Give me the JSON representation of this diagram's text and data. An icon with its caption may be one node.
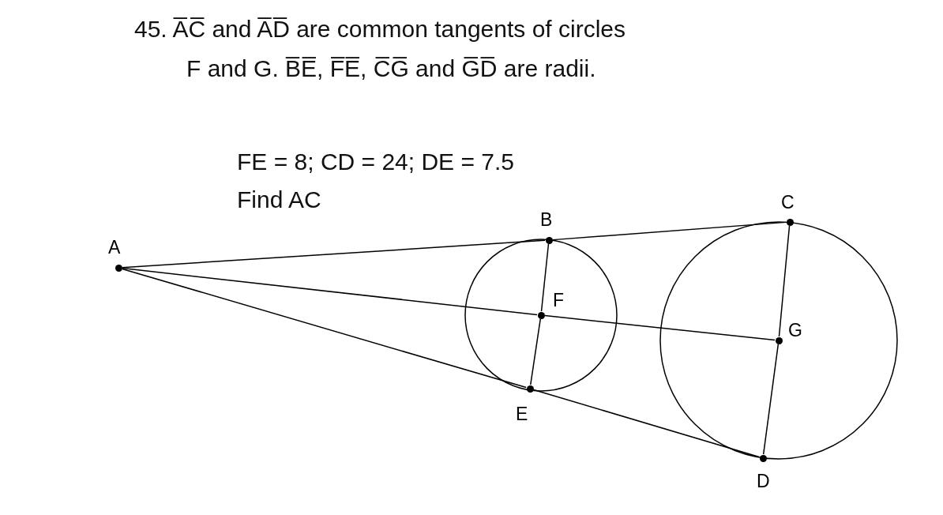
{
  "diagram": {
    "nodes": [
      {
        "text": [],
        "shape": "circle",
        "beside": [
          "A"
        ]
      },
      {
        "text": [],
        "shape": "circle",
        "beside": [
          "B"
        ]
      },
      {
        "text": [],
        "shape": "circle",
        "beside": [
          "C"
        ]
      },
      {
        "text": [],
        "shape": "circle",
        "beside": [
          "F"
        ]
      },
      {
        "text": [],
        "shape": "circle",
        "beside": [
          "G"
        ]
      },
      {
        "text": [],
        "shape": "circle",
        "beside": [
          "E"
        ]
      },
      {
        "text": [],
        "shape": "circle",
        "beside": [
          "D"
        ]
      }
    ],
    "edges": [
      {
        "from": 0,
        "to": 1,
        "arrow": "none"
      },
      {
        "from": 1,
        "to": 2,
        "arrow": "none"
      },
      {
        "from": 0,
        "to": 3,
        "arrow": "none"
      },
      {
        "from": 3,
        "to": 4,
        "arrow": "none"
      },
      {
        "from": 0,
        "to": 5,
        "arrow": "none"
      },
      {
        "from": 5,
        "to": 6,
        "arrow": "none"
      },
      {
        "from": 1,
        "to": 3,
        "arrow": "none"
      },
      {
        "from": 3,
        "to": 5,
        "arrow": "none"
      },
      {
        "from": 2,
        "to": 4,
        "arrow": "none"
      },
      {
        "from": 4,
        "to": 6,
        "arrow": "none"
      }
    ],
    "labels": [
      "45. A̅C̅ and A̅D̅ are common tangents of circles F and G. B̅E̅, F̅E̅, C̅G̅ and G̅D̅ are radii.",
      "FE = 8; CD = 24; DE = 7.5",
      "Find AC"
    ]
  }
}
